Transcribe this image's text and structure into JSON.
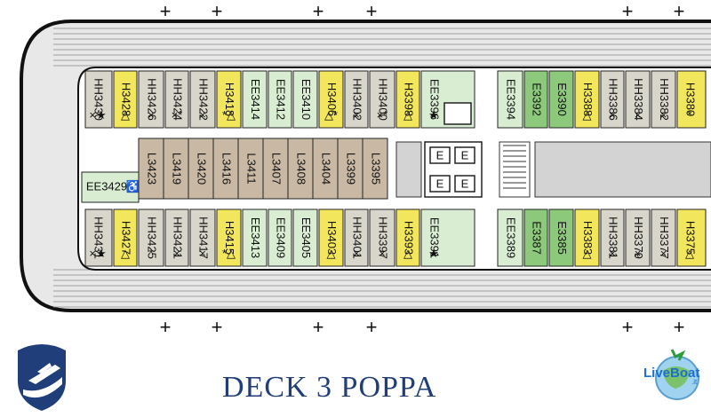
{
  "title": "DECK  3  POPPA",
  "brand_right": {
    "name": "LiveBoat",
    "suffix": ".it"
  },
  "icons": {
    "left_logo": "ship-emblem-icon",
    "right_logo": "liveboat-globe-icon",
    "stairs": "stairs-icon"
  },
  "colors": {
    "yellow": "#f2e65c",
    "green": "#8cc97a",
    "lightgreen": "#d9edd3",
    "gray": "#d8d6cb",
    "tan": "#c9b9a4",
    "white": "#ffffff",
    "brand": "#1f3e7a"
  },
  "markers": {
    "plus": "+"
  },
  "cabins_top": [
    {
      "label": "HH3430",
      "sym": "×★",
      "color": "gray"
    },
    {
      "label": "H3428",
      "sym": "△",
      "color": "yellow"
    },
    {
      "label": "HH3426",
      "sym": "×",
      "color": "gray"
    },
    {
      "label": "HH3424",
      "sym": "×*",
      "color": "gray"
    },
    {
      "label": "HH3422",
      "sym": "×",
      "color": "gray"
    },
    {
      "label": "H3418",
      "sym": "*△",
      "color": "yellow"
    },
    {
      "label": "EE3414",
      "sym": "",
      "color": "lightgreen"
    },
    {
      "label": "EE3412",
      "sym": "",
      "color": "lightgreen"
    },
    {
      "label": "EE3410",
      "sym": "",
      "color": "lightgreen"
    },
    {
      "label": "H3406",
      "sym": "△*",
      "color": "yellow"
    },
    {
      "label": "HH3402",
      "sym": "×",
      "color": "gray"
    },
    {
      "label": "HH3400",
      "sym": "×*",
      "color": "gray"
    },
    {
      "label": "H3398",
      "sym": "△",
      "color": "yellow"
    },
    {
      "label": "EE3396",
      "sym": "★",
      "color": "lightgreen"
    },
    {
      "label": "EE3394",
      "sym": "",
      "color": "lightgreen"
    },
    {
      "label": "E3392",
      "sym": "",
      "color": "green"
    },
    {
      "label": "E3390",
      "sym": "",
      "color": "green"
    },
    {
      "label": "H3388",
      "sym": "△",
      "color": "yellow"
    },
    {
      "label": "HH3386",
      "sym": "×",
      "color": "gray"
    },
    {
      "label": "HH3384",
      "sym": "×",
      "color": "gray"
    },
    {
      "label": "HH3382",
      "sym": "×",
      "color": "gray"
    },
    {
      "label": "H3380",
      "sym": "*",
      "color": "yellow"
    }
  ],
  "cabins_bottom": [
    {
      "label": "HH3431",
      "sym": "×★",
      "color": "gray"
    },
    {
      "label": "H3427",
      "sym": "△",
      "color": "yellow"
    },
    {
      "label": "HH3425",
      "sym": "*",
      "color": "gray"
    },
    {
      "label": "HH3421",
      "sym": "×",
      "color": "gray"
    },
    {
      "label": "HH3417",
      "sym": "×",
      "color": "gray"
    },
    {
      "label": "H3415",
      "sym": "*△",
      "color": "yellow"
    },
    {
      "label": "EE3413",
      "sym": "",
      "color": "lightgreen"
    },
    {
      "label": "EE3409",
      "sym": "",
      "color": "lightgreen"
    },
    {
      "label": "EE3405",
      "sym": "",
      "color": "lightgreen"
    },
    {
      "label": "H3403",
      "sym": "△",
      "color": "yellow"
    },
    {
      "label": "HH3401",
      "sym": "×",
      "color": "gray"
    },
    {
      "label": "HH3397",
      "sym": "×",
      "color": "gray"
    },
    {
      "label": "H3393",
      "sym": "△",
      "color": "yellow"
    },
    {
      "label": "EE3391",
      "sym": "★",
      "color": "lightgreen"
    },
    {
      "label": "EE3389",
      "sym": "",
      "color": "lightgreen"
    },
    {
      "label": "E3387",
      "sym": "",
      "color": "green"
    },
    {
      "label": "E3385",
      "sym": "",
      "color": "green"
    },
    {
      "label": "H3383",
      "sym": "△",
      "color": "yellow"
    },
    {
      "label": "HH3381",
      "sym": "×",
      "color": "gray"
    },
    {
      "label": "HH3379",
      "sym": "×",
      "color": "gray"
    },
    {
      "label": "HH3377",
      "sym": "×",
      "color": "gray"
    },
    {
      "label": "H3375",
      "sym": "△",
      "color": "yellow"
    }
  ],
  "cabins_center": [
    {
      "label": "EE3429",
      "sym": "♿",
      "color": "lightgreen"
    },
    {
      "label": "L3423",
      "sym": "",
      "color": "tan"
    },
    {
      "label": "L3419",
      "sym": "",
      "color": "tan"
    },
    {
      "label": "L3420",
      "sym": "",
      "color": "tan"
    },
    {
      "label": "L3416",
      "sym": "",
      "color": "tan"
    },
    {
      "label": "L3411",
      "sym": "",
      "color": "tan"
    },
    {
      "label": "L3407",
      "sym": "",
      "color": "tan"
    },
    {
      "label": "L3408",
      "sym": "",
      "color": "tan"
    },
    {
      "label": "L3404",
      "sym": "",
      "color": "tan"
    },
    {
      "label": "L3399",
      "sym": "",
      "color": "tan"
    },
    {
      "label": "L3395",
      "sym": "",
      "color": "tan"
    }
  ],
  "elevators": {
    "label": "E",
    "count": 4
  }
}
